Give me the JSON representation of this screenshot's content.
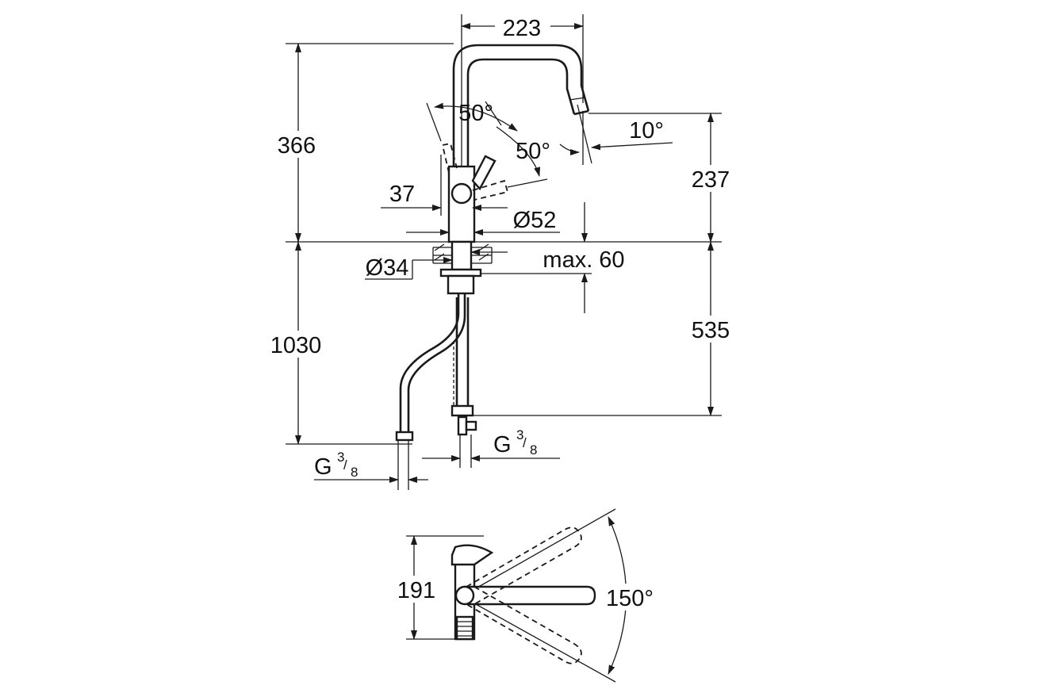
{
  "dimensions": {
    "spout_reach": "223",
    "height_above_deck": "366",
    "lever_angle_top": "50°",
    "lever_angle_side": "50°",
    "spout_tilt": "10°",
    "spout_outlet_height": "237",
    "lever_offset": "37",
    "body_diameter": "Ø52",
    "shank_diameter": "Ø34",
    "max_deck_thickness": "max. 60",
    "total_length": "1030",
    "hose_length": "535",
    "swivel_angle": "150°",
    "plan_depth": "191"
  },
  "connections": {
    "left": {
      "prefix": "G",
      "num": "3",
      "den": "8"
    },
    "right": {
      "prefix": "G",
      "num": "3",
      "den": "8"
    }
  }
}
